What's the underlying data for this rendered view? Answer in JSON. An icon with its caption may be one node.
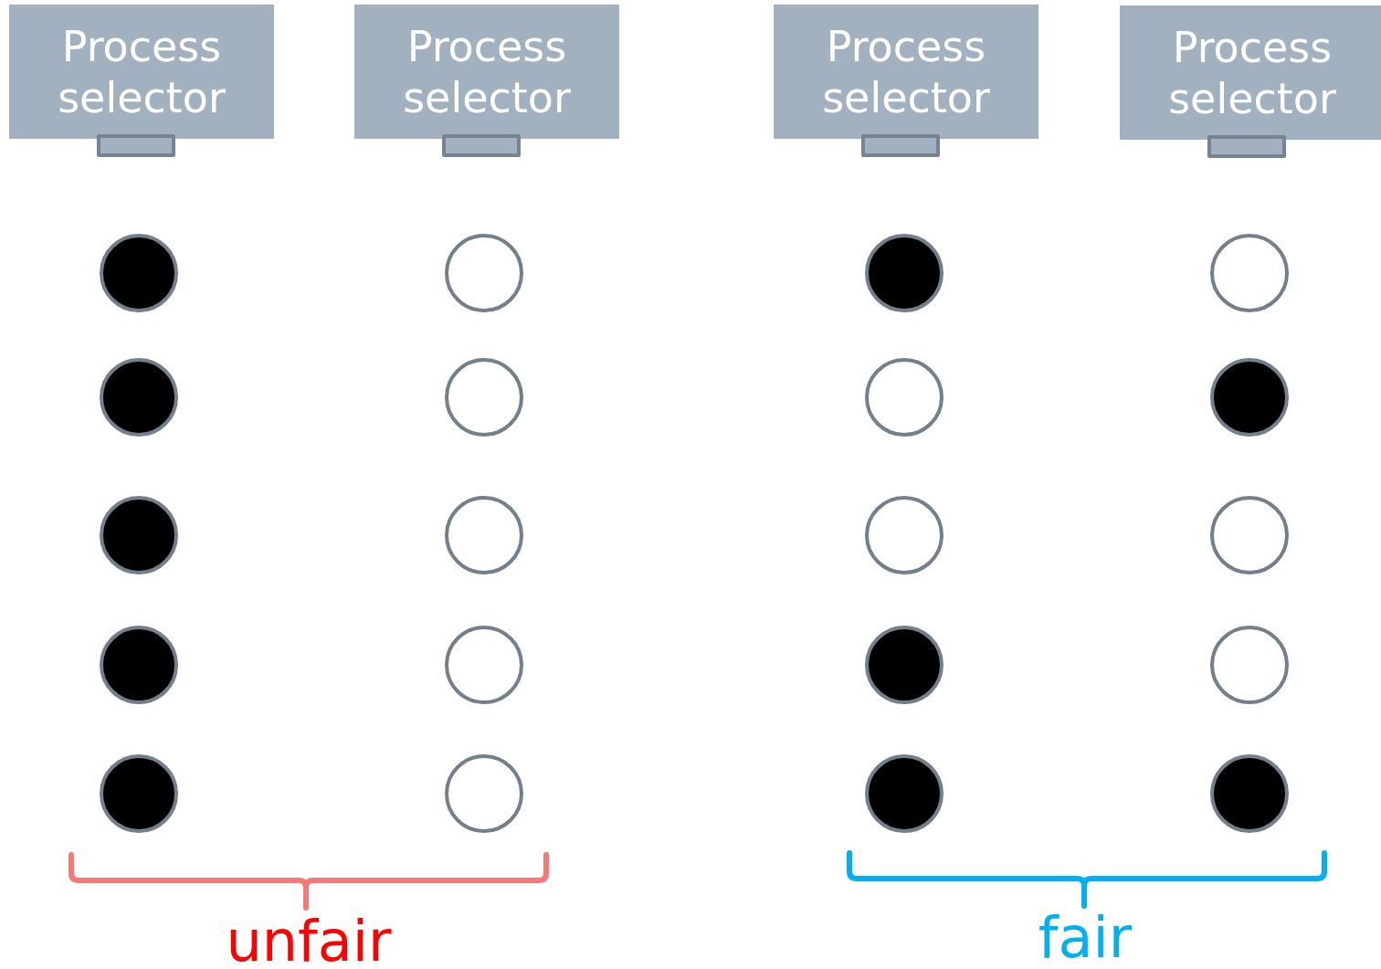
{
  "diagram": {
    "nodes": [
      {
        "text": [
          "Process selector"
        ]
      },
      {
        "text": [
          "Process selector"
        ]
      },
      {
        "text": [
          "Process selector"
        ]
      },
      {
        "text": [
          "Process selector"
        ]
      },
      {
        "text": [],
        "shape": "bar"
      },
      {
        "text": [],
        "shape": "bar"
      },
      {
        "text": [],
        "shape": "bar"
      },
      {
        "text": [],
        "shape": "bar"
      },
      {
        "text": [],
        "shape": "dot"
      },
      {
        "text": [],
        "shape": "circle"
      },
      {
        "text": [],
        "shape": "dot"
      },
      {
        "text": [],
        "shape": "circle"
      },
      {
        "text": [],
        "shape": "dot"
      },
      {
        "text": [],
        "shape": "circle"
      },
      {
        "text": [],
        "shape": "circle"
      },
      {
        "text": [],
        "shape": "dot"
      },
      {
        "text": [],
        "shape": "dot"
      },
      {
        "text": [],
        "shape": "circle"
      },
      {
        "text": [],
        "shape": "circle"
      },
      {
        "text": [],
        "shape": "circle"
      },
      {
        "text": [],
        "shape": "dot"
      },
      {
        "text": [],
        "shape": "circle"
      },
      {
        "text": [],
        "shape": "dot"
      },
      {
        "text": [],
        "shape": "circle"
      },
      {
        "text": [],
        "shape": "dot"
      },
      {
        "text": [],
        "shape": "circle"
      },
      {
        "text": [],
        "shape": "dot"
      },
      {
        "text": [],
        "shape": "dot"
      }
    ],
    "labels": [
      "unfair",
      "fair"
    ]
  }
}
